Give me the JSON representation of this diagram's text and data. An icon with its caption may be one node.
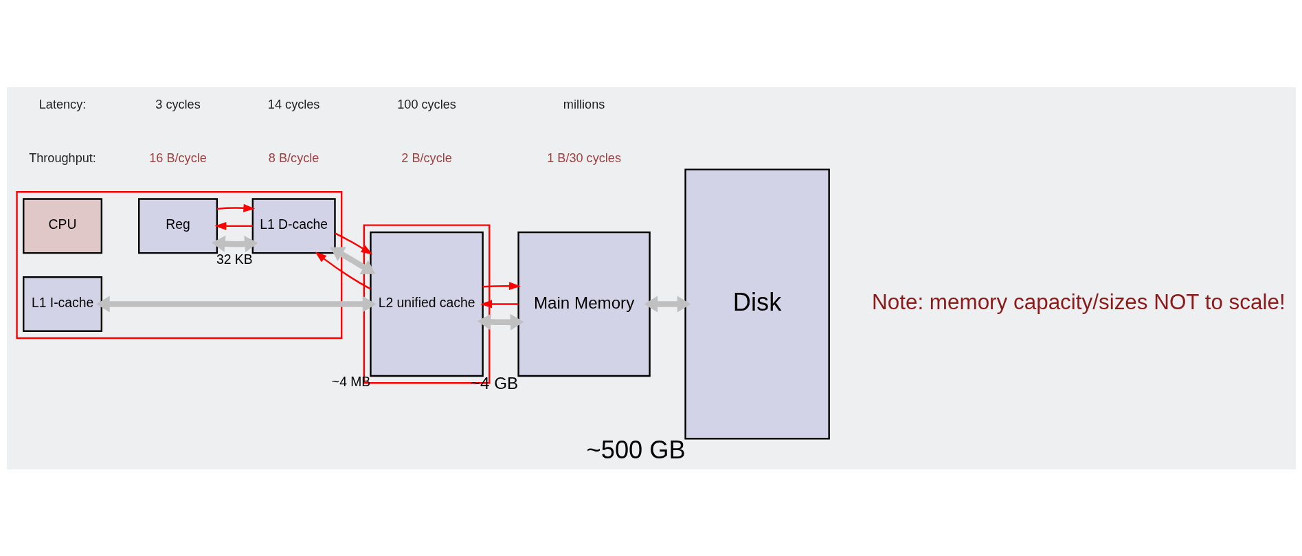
{
  "diagram": {
    "nodes": [
      {
        "text": [],
        "shape": "box"
      },
      {
        "text": [
          "CPU"
        ],
        "in": 0
      },
      {
        "text": [
          "Reg"
        ],
        "in": 0
      },
      {
        "text": [
          "L1 I-cache"
        ],
        "in": 0
      },
      {
        "text": [
          "L1 D-cache"
        ],
        "beside": [
          "32 KB"
        ],
        "in": 0
      },
      {
        "text": [],
        "shape": "box"
      },
      {
        "text": [
          "L2 unified cache"
        ],
        "beside": [
          "~4 MB"
        ],
        "in": 5
      },
      {
        "text": [
          "Main Memory"
        ],
        "beside": [
          "~4 GB"
        ]
      },
      {
        "text": [
          "Disk"
        ],
        "beside": [
          "~500 GB"
        ]
      }
    ],
    "edges": [
      {
        "from": 2,
        "to": 4,
        "arrow": "both",
        "style": "thick",
        "color": "#c0c0c0"
      },
      {
        "from": 3,
        "to": 6,
        "arrow": "both",
        "style": "thick",
        "color": "#c0c0c0"
      },
      {
        "from": 4,
        "to": 6,
        "arrow": "both",
        "style": "thick",
        "color": "#c0c0c0"
      },
      {
        "from": 6,
        "to": 7,
        "arrow": "both",
        "style": "thick",
        "color": "#c0c0c0"
      },
      {
        "from": 7,
        "to": 8,
        "arrow": "both",
        "style": "thick",
        "color": "#c0c0c0"
      },
      {
        "from": 4,
        "to": 2,
        "arrow": "to"
      },
      {
        "from": 2,
        "to": 4,
        "arrow": "to"
      },
      {
        "from": 6,
        "to": 4,
        "arrow": "to"
      },
      {
        "from": 4,
        "to": 6,
        "arrow": "to"
      },
      {
        "from": 7,
        "to": 6,
        "arrow": "to"
      },
      {
        "from": 6,
        "to": 7,
        "arrow": "to"
      }
    ],
    "labels": [
      "Throughput:",
      "16 B/cycle",
      "8 B/cycle",
      "2 B/cycle",
      "1 B/30 cycles",
      "Latency:",
      "3 cycles",
      "14 cycles",
      "100 cycles",
      "millions",
      "Note: memory capacity/sizes NOT to scale!"
    ]
  }
}
